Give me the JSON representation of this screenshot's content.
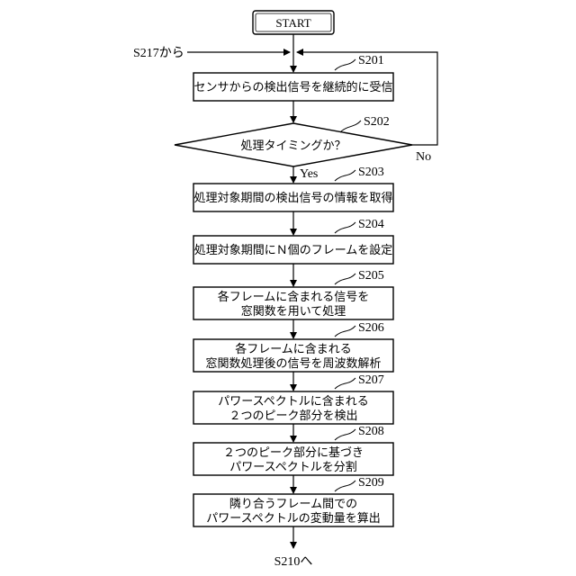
{
  "start": "START",
  "from_label": "S217から",
  "steps": [
    {
      "id": "S201",
      "lines": [
        "センサからの検出信号を継続的に受信"
      ]
    },
    {
      "id": "S202",
      "lines": [
        "処理タイミングか？"
      ]
    },
    {
      "id": "S203",
      "lines": [
        "処理対象期間の検出信号の情報を取得"
      ]
    },
    {
      "id": "S204",
      "lines": [
        "処理対象期間にＮ個のフレームを設定"
      ]
    },
    {
      "id": "S205",
      "lines": [
        "各フレームに含まれる信号を",
        "窓関数を用いて処理"
      ]
    },
    {
      "id": "S206",
      "lines": [
        "各フレームに含まれる",
        "窓関数処理後の信号を周波数解析"
      ]
    },
    {
      "id": "S207",
      "lines": [
        "パワースペクトルに含まれる",
        "２つのピーク部分を検出"
      ]
    },
    {
      "id": "S208",
      "lines": [
        "２つのピーク部分に基づき",
        "パワースペクトルを分割"
      ]
    },
    {
      "id": "S209",
      "lines": [
        "隣り合うフレーム間での",
        "パワースペクトルの変動量を算出"
      ]
    }
  ],
  "yes_label": "Yes",
  "no_label": "No",
  "to_label": "S210へ"
}
